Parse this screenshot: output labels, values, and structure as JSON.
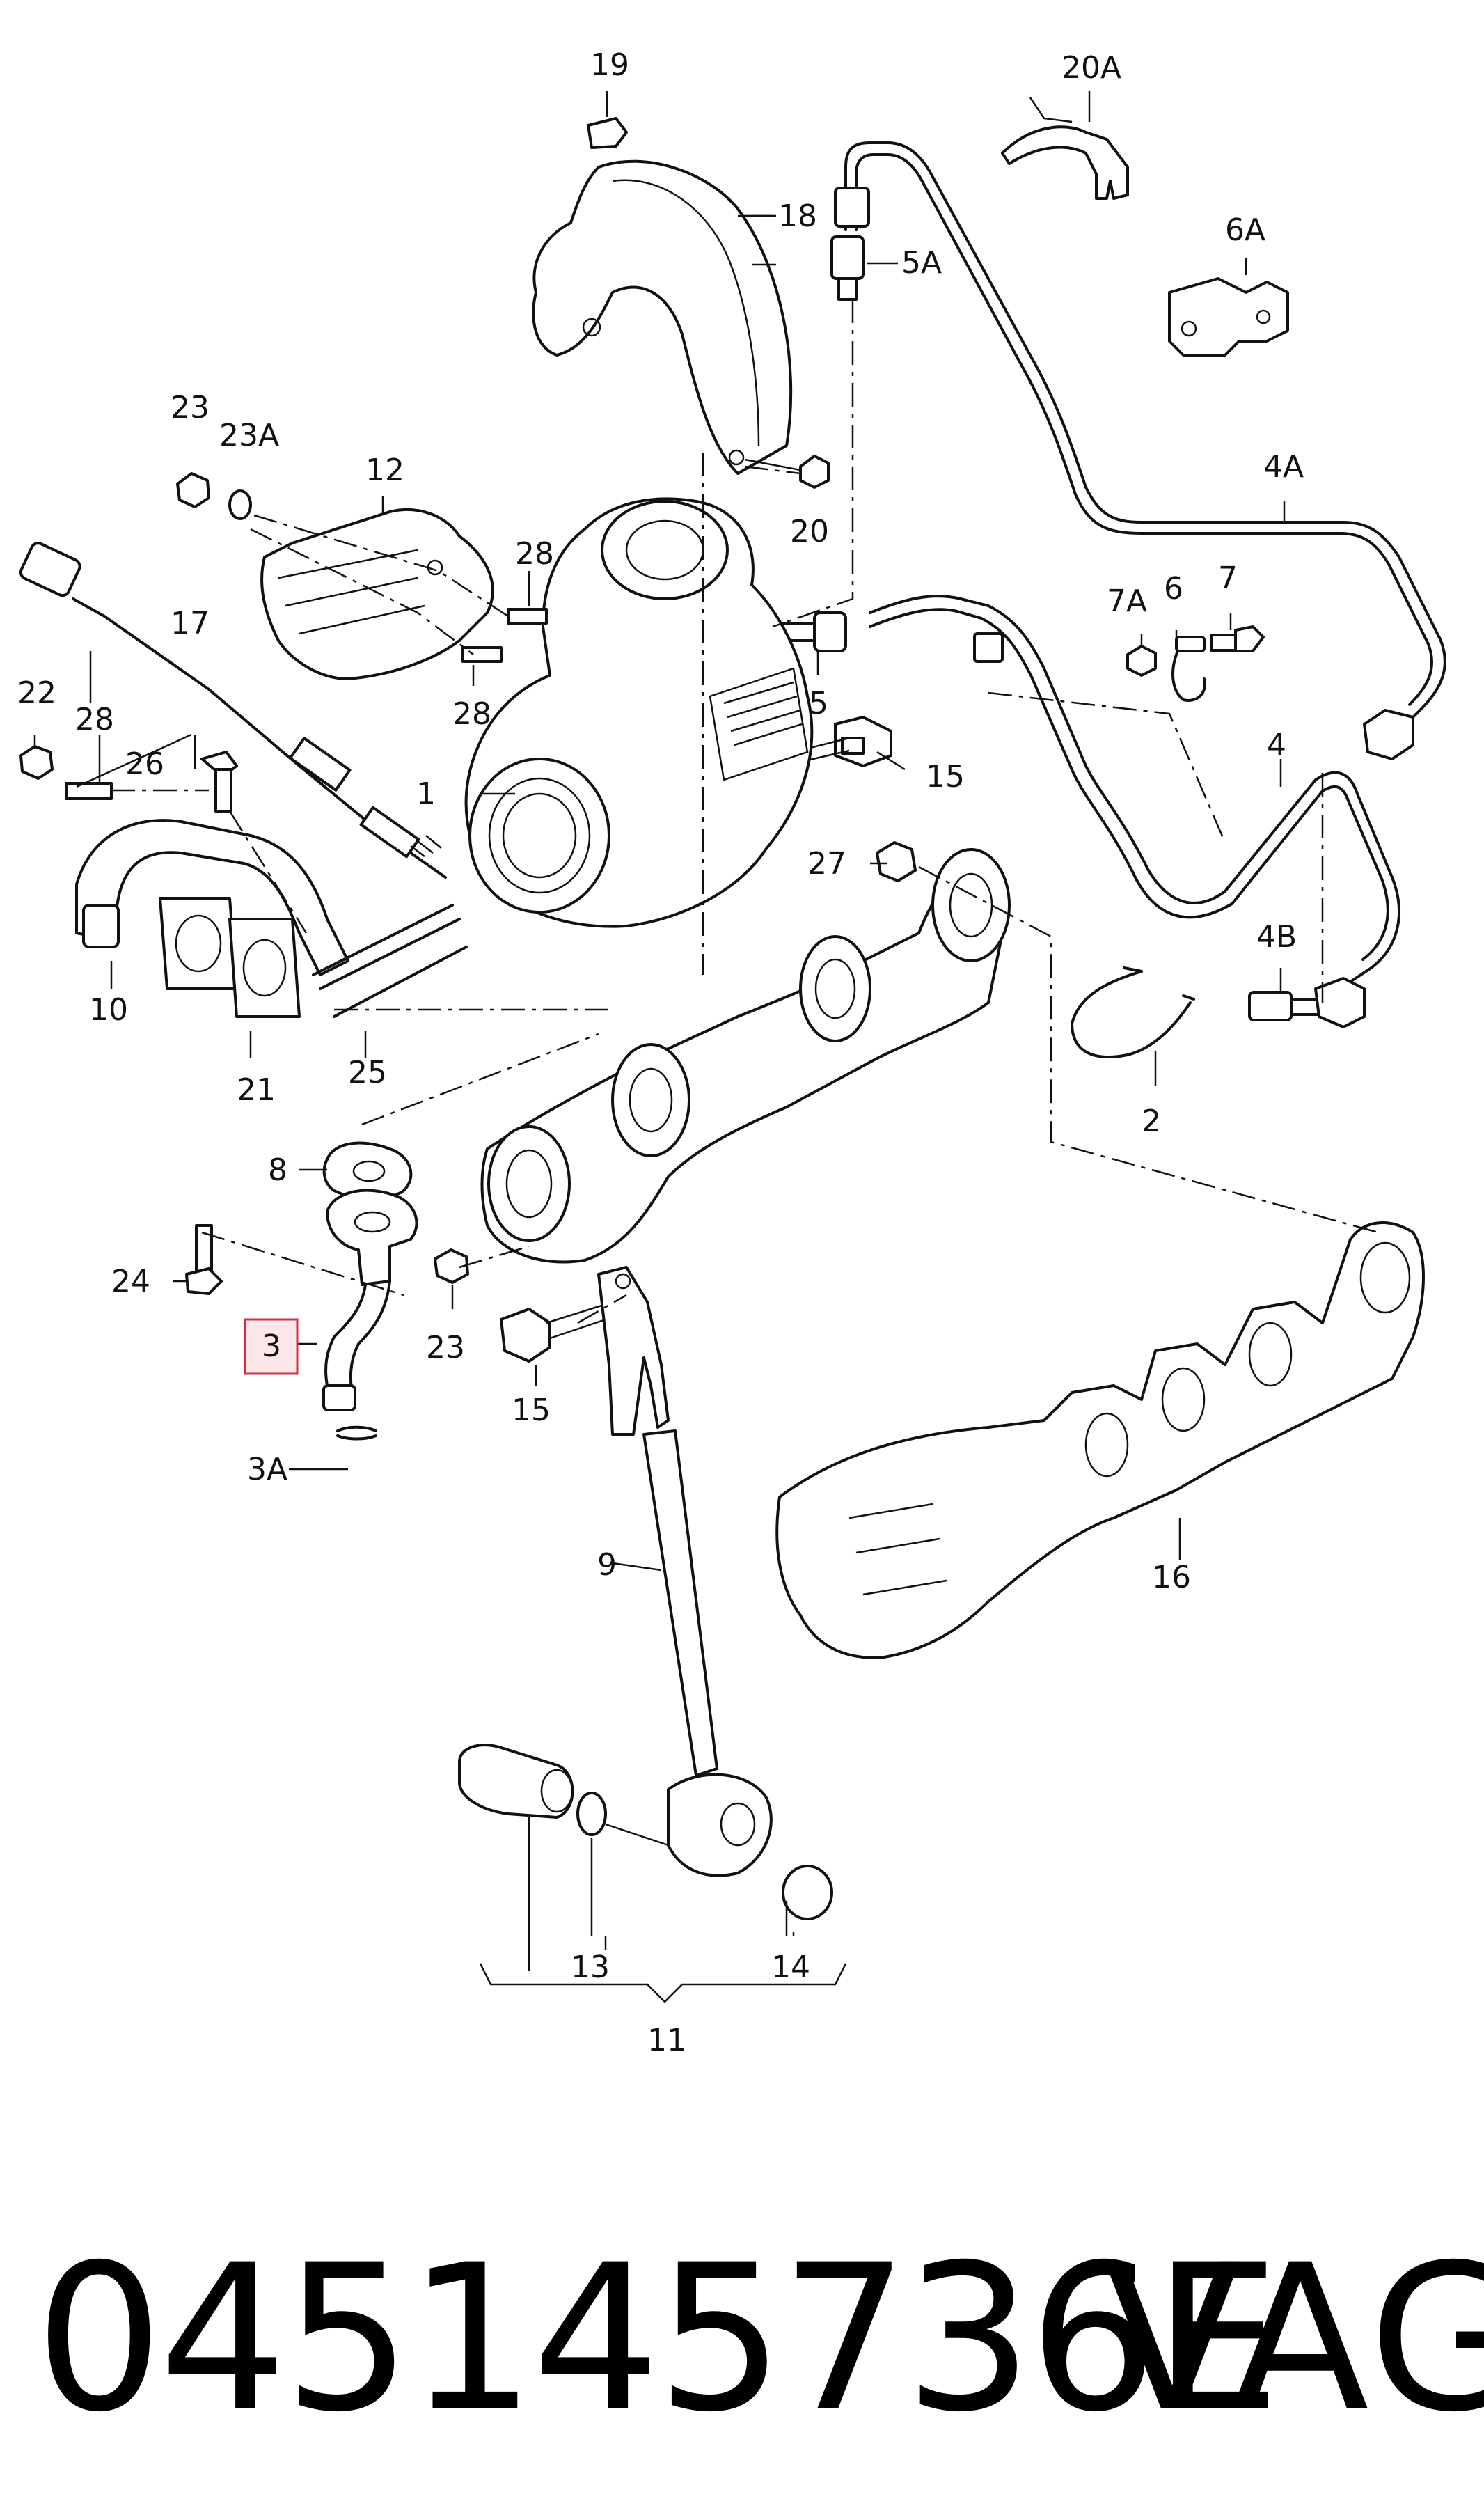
{
  "diagram": {
    "highlighted_part": "3",
    "callouts": {
      "c1": "1",
      "c2": "2",
      "c3": "3",
      "c3A": "3A",
      "c4": "4",
      "c4A": "4A",
      "c4B": "4B",
      "c5": "5",
      "c5A": "5A",
      "c6": "6",
      "c6A": "6A",
      "c7": "7",
      "c7A": "7A",
      "c8": "8",
      "c9": "9",
      "c10": "10",
      "c11": "11",
      "c12": "12",
      "c13": "13",
      "c14": "14",
      "c15a": "15",
      "c15b": "15",
      "c16": "16",
      "c17": "17",
      "c18": "18",
      "c19": "19",
      "c20": "20",
      "c20A": "20A",
      "c21": "21",
      "c22": "22",
      "c23a": "23",
      "c23b": "23",
      "c23A": "23A",
      "c24": "24",
      "c25": "25",
      "c26": "26",
      "c27": "27",
      "c28a": "28",
      "c28b": "28",
      "c28c": "28"
    },
    "highlight_color": "#d62f45"
  },
  "footer": {
    "part_number": "045145736E",
    "brand": "VAG"
  }
}
